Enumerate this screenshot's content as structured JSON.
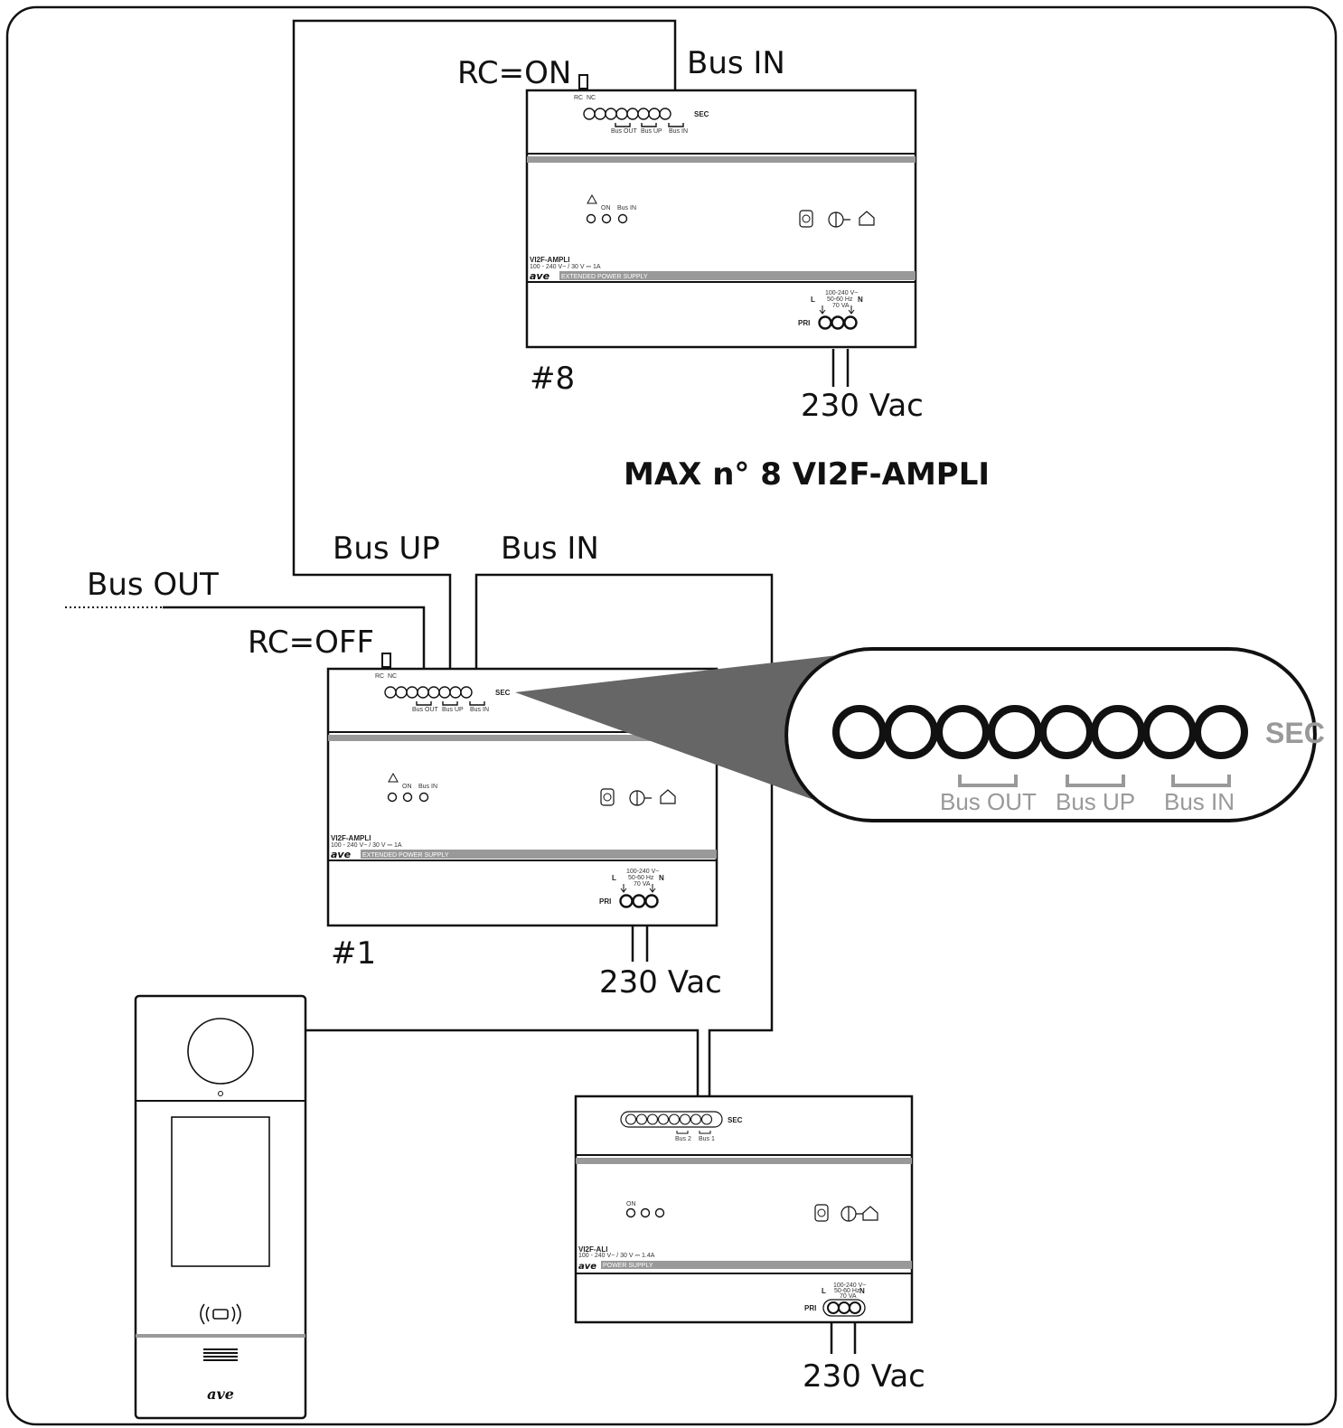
{
  "labels": {
    "rc_on": "RC=ON",
    "rc_off": "RC=OFF",
    "bus_in": "Bus IN",
    "bus_up": "Bus UP",
    "bus_out": "Bus OUT",
    "unit_8": "#8",
    "unit_1": "#1",
    "vac": "230 Vac",
    "max_note": "MAX n° 8 VI2F-AMPLI"
  },
  "ampli": {
    "rc": "RC",
    "nc": "NC",
    "sec": "SEC",
    "bus_out": "Bus OUT",
    "bus_up": "Bus UP",
    "bus_in": "Bus IN",
    "on": "ON",
    "led_bus_in": "Bus IN",
    "model": "VI2F-AMPLI",
    "rating": "100 - 240 V~ / 30 V ⎓ 1A",
    "brand": "ave",
    "band": "EXTENDED POWER SUPPLY",
    "l": "L",
    "n": "N",
    "input_rating_1": "100-240 V~",
    "input_rating_2": "50-60 Hz",
    "input_rating_3": "70 VA",
    "pri": "PRI"
  },
  "ali": {
    "sec": "SEC",
    "bus2": "Bus 2",
    "bus1": "Bus 1",
    "on": "ON",
    "model": "VI2F-ALI",
    "rating": "100 - 240 V~ / 30 V ⎓ 1.4A",
    "brand": "ave",
    "band": "POWER SUPPLY",
    "l": "L",
    "n": "N",
    "input_rating_1": "100-240 V~",
    "input_rating_2": "50-60 Hz",
    "input_rating_3": "70 VA",
    "pri": "PRI"
  },
  "zoom": {
    "sec": "SEC",
    "bus_out": "Bus OUT",
    "bus_up": "Bus UP",
    "bus_in": "Bus IN"
  },
  "panel": {
    "brand": "ave"
  },
  "colors": {
    "line": "#111111",
    "band": "#999999",
    "zoom_wedge": "#666666",
    "zoom_text": "#999999"
  }
}
